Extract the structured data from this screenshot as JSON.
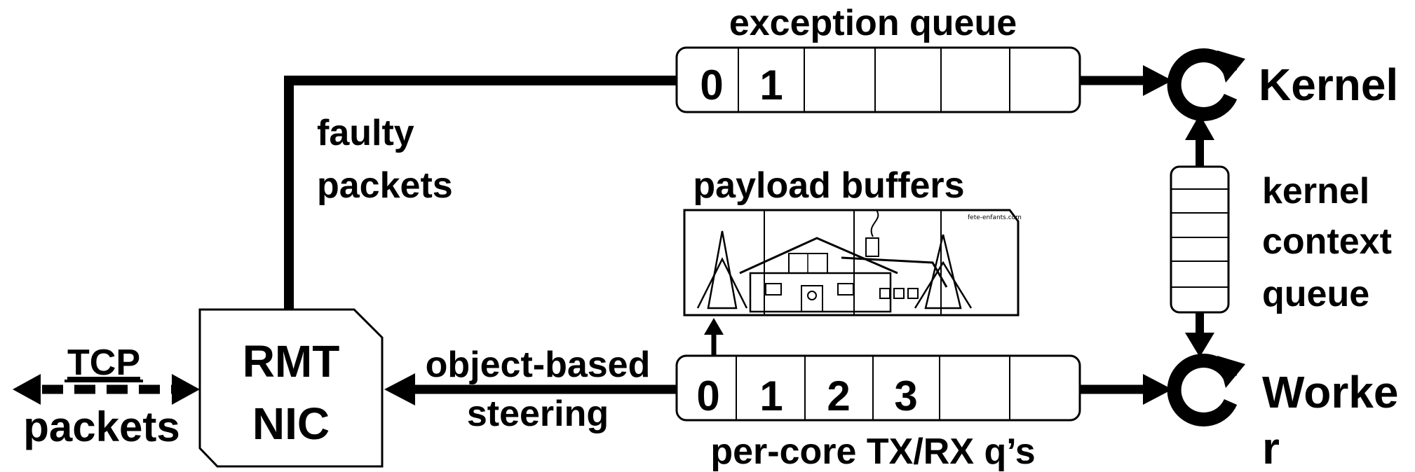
{
  "labels": {
    "exception_queue": "exception queue",
    "kernel": "Kernel",
    "faulty_line1": "faulty",
    "faulty_line2": "packets",
    "payload_buffers": "payload buffers",
    "kctx_line1": "kernel",
    "kctx_line2": "context",
    "kctx_line3": "queue",
    "tcp": "TCP",
    "packets": "packets",
    "nic_line1": "RMT",
    "nic_line2": "NIC",
    "steer_line1": "object-based",
    "steer_line2": "steering",
    "worker_line1": "Worke",
    "worker_line2": "r",
    "percore": "per-core TX/RX q’s",
    "watermark": "fete-enfants.com"
  },
  "exception_queue_slots": [
    "0",
    "1",
    "",
    "",
    "",
    ""
  ],
  "percore_queue_slots": [
    "0",
    "1",
    "2",
    "3",
    "",
    ""
  ]
}
